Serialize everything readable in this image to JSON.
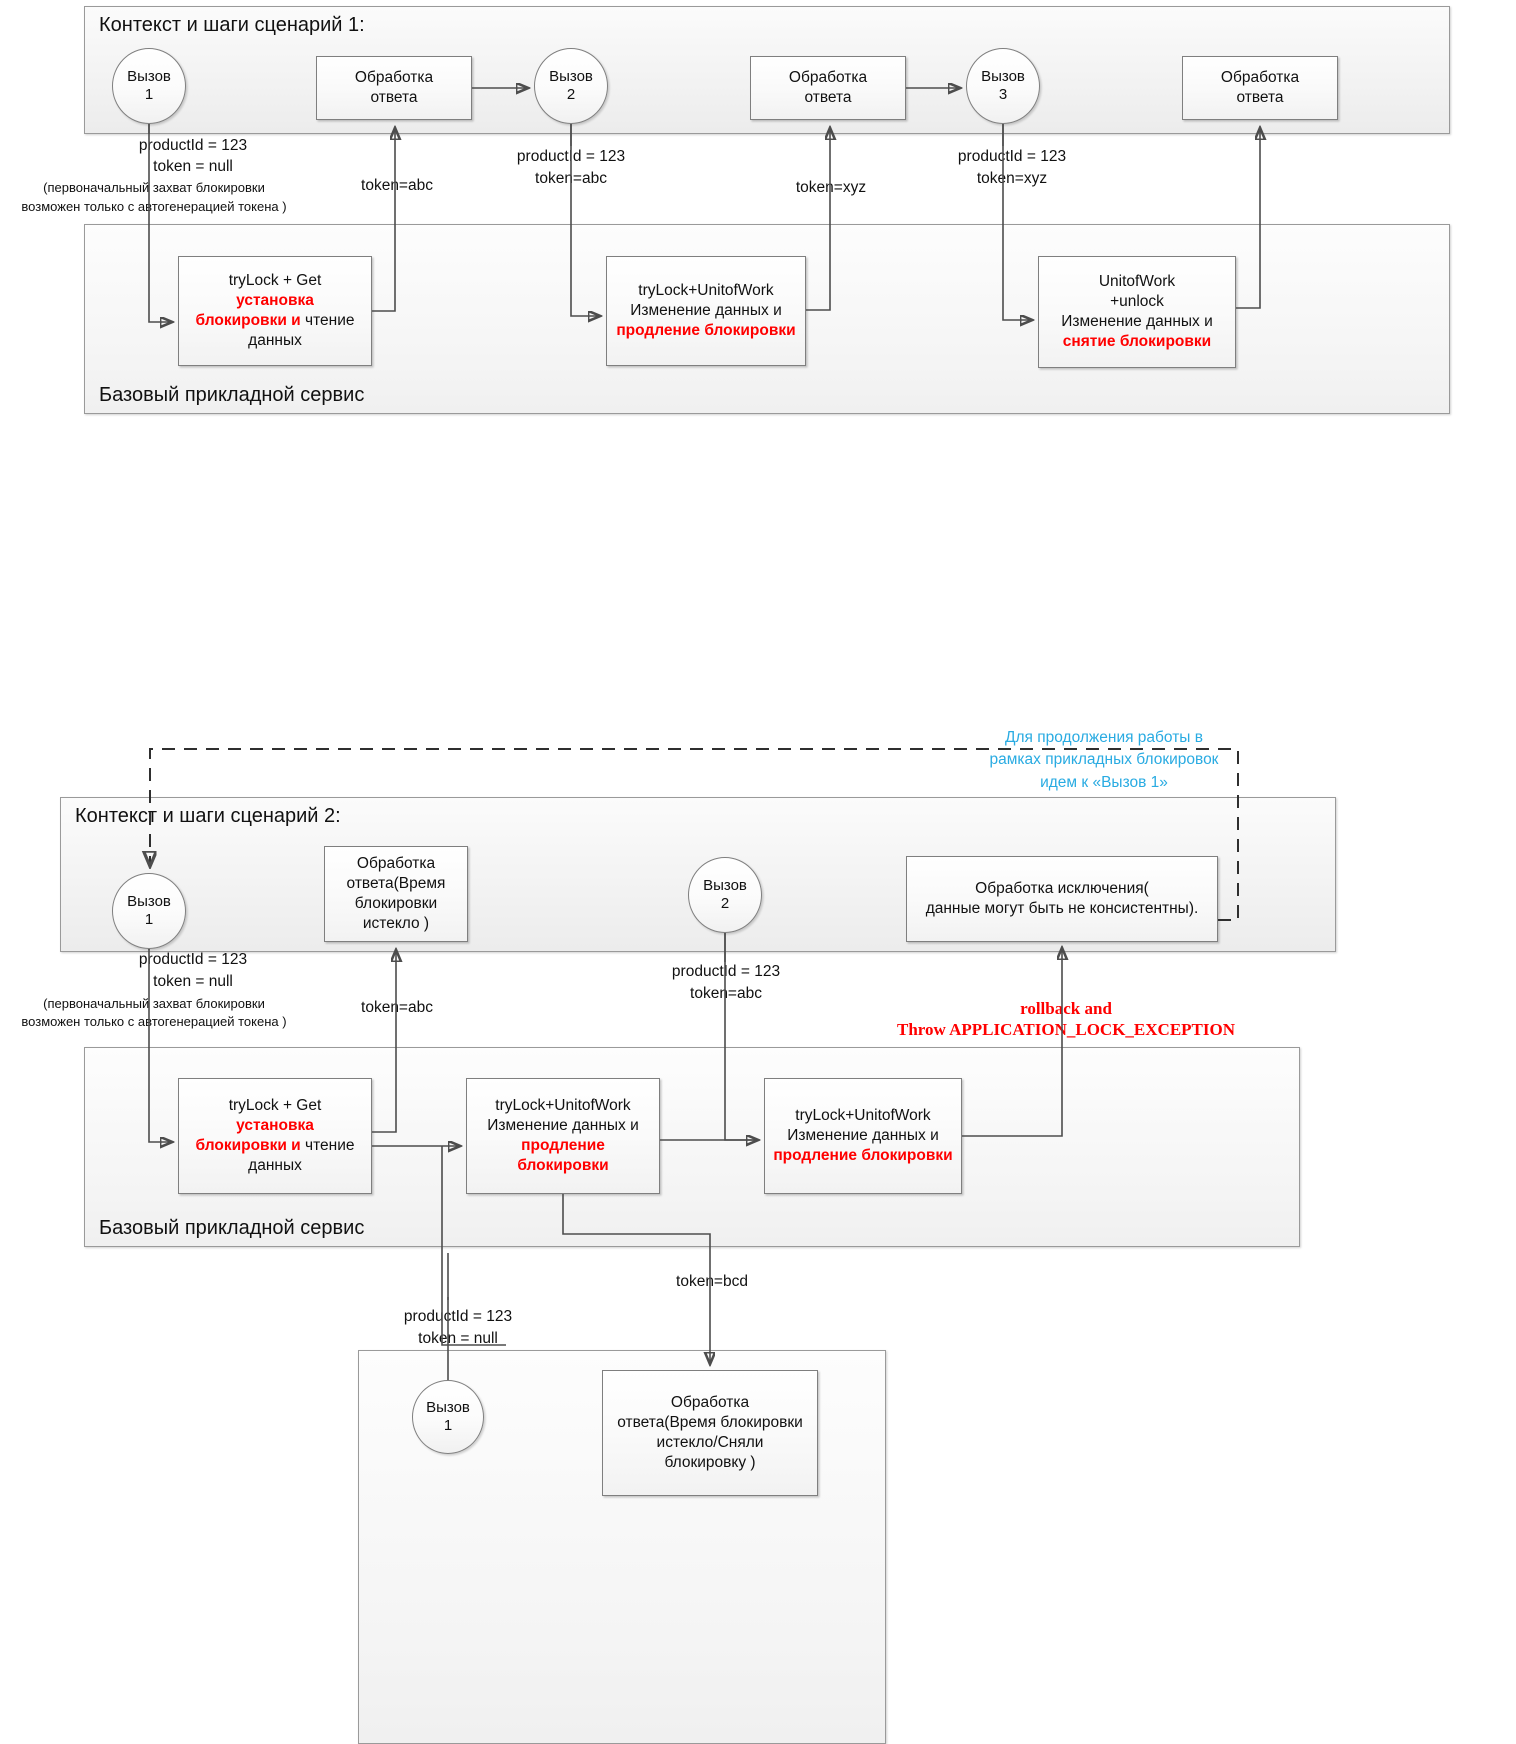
{
  "scenario1": {
    "panel_title": "Контекст и шаги сценарий 1:",
    "service_title": "Базовый прикладной сервис",
    "calls": [
      {
        "name": "Вызов",
        "num": "1"
      },
      {
        "name": "Вызов",
        "num": "2"
      },
      {
        "name": "Вызов",
        "num": "3"
      }
    ],
    "responses": [
      {
        "l1": "Обработка",
        "l2": "ответа"
      },
      {
        "l1": "Обработка",
        "l2": "ответа"
      },
      {
        "l1": "Обработка",
        "l2": "ответа"
      }
    ],
    "edge_labels": {
      "call1_product": "productId = 123",
      "call1_token": "token = null",
      "call1_note1": "(первоначальный захват блокировки",
      "call1_note2": "возможен только с автогенерацией токена )",
      "resp1_token": "token=abc",
      "call2_product": "productId = 123",
      "call2_token": "token=abc",
      "resp2_token": "token=xyz",
      "call3_product": "productId = 123",
      "call3_token": "token=xyz"
    },
    "service_boxes": [
      {
        "l1": "tryLock + Get",
        "l2_red": "установка",
        "l3_red": "блокировки и",
        "l3_blk": " чтение",
        "l4": "данных"
      },
      {
        "l1": "tryLock+UnitofWork",
        "l2": "Изменение данных и",
        "l3_red": "продление блокировки"
      },
      {
        "l1": "UnitofWork",
        "l2": "+unlock",
        "l3": "Изменение данных и",
        "l4_red": "снятие блокировки"
      }
    ]
  },
  "scenario2": {
    "panel_title": "Контекст и шаги сценарий 2:",
    "service_title": "Базовый прикладной сервис",
    "annotation_cyan": "Для продолжения работы в рамках прикладных блокировок идем  к «Вызов 1»",
    "calls": [
      {
        "name": "Вызов",
        "num": "1"
      },
      {
        "name": "Вызов",
        "num": "2"
      }
    ],
    "response_box": {
      "l1": "Обработка",
      "l2": "ответа(Время",
      "l3": "блокировки",
      "l4": "истекло )"
    },
    "exception_box": {
      "l1": "Обработка исключения(",
      "l2": "данные могут быть не консистентны)."
    },
    "edge_labels": {
      "call1_product": "productId = 123",
      "call1_token": "token = null",
      "call1_note1": "(первоначальный захват блокировки",
      "call1_note2": "возможен только с автогенерацией токена )",
      "resp1_token": "token=abc",
      "call2_product": "productId = 123",
      "call2_token": "token=abc",
      "rollback_l1": "rollback  and",
      "rollback_l2": "Throw APPLICATION_LOCK_EXCEPTION",
      "bottom_token": "token=bcd",
      "bottom_product": "productId = 123",
      "bottom_null": "token = null"
    },
    "service_boxes": [
      {
        "l1": "tryLock + Get",
        "l2_red": "установка",
        "l3_red": "блокировки и",
        "l3_blk": " чтение",
        "l4": "данных"
      },
      {
        "l1": "tryLock+UnitofWork",
        "l2": "Изменение данных и",
        "l3_red": "продление",
        "l4_red": "блокировки"
      },
      {
        "l1": "tryLock+UnitofWork",
        "l2": "Изменение данных и",
        "l3_red": "продление блокировки"
      }
    ],
    "bottom": {
      "call": {
        "name": "Вызов",
        "num": "1"
      },
      "response_box": {
        "l1": "Обработка",
        "l2": "ответа(Время блокировки",
        "l3": "истекло/Сняли",
        "l4": "блокировку )"
      }
    }
  },
  "colors": {
    "accent_red": "#ff0000",
    "accent_cyan": "#29ABE2",
    "line": "#4d4d4d",
    "panel_border": "#9a9a9a"
  }
}
